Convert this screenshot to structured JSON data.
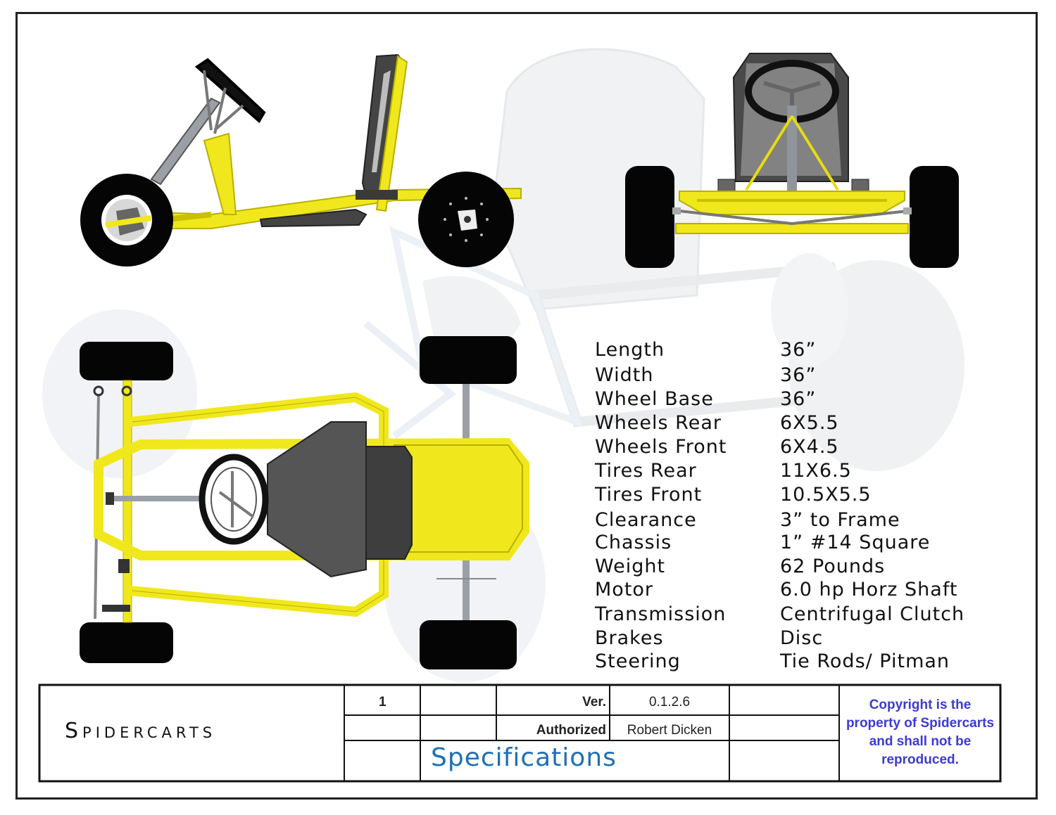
{
  "colors": {
    "frame": "#f0e81c",
    "frame_edge": "#b8b000",
    "tire": "#050505",
    "seat": "#444444",
    "ghost": "#e6e8ec",
    "title_blue": "#1f6fb5",
    "copyright_blue": "#3b3bd1"
  },
  "views": {
    "side": "side-view-drawing",
    "front": "front-view-drawing",
    "top": "top-view-drawing"
  },
  "specs": [
    {
      "label": "Length",
      "value": "36”"
    },
    {
      "label": "Width",
      "value": "36”"
    },
    {
      "label": "Wheel Base",
      "value": "36”"
    },
    {
      "label": "Wheels Rear",
      "value": "6X5.5"
    },
    {
      "label": "Wheels Front",
      "value": "6X4.5"
    },
    {
      "label": "Tires Rear",
      "value": "11X6.5"
    },
    {
      "label": "Tires Front",
      "value": "10.5X5.5"
    },
    {
      "label": "Clearance",
      "value": "3” to Frame"
    },
    {
      "label": "Chassis",
      "value": "1” #14 Square"
    },
    {
      "label": "Weight",
      "value": "62 Pounds"
    },
    {
      "label": "Motor",
      "value": "6.0 hp Horz Shaft"
    },
    {
      "label": "Transmission",
      "value": "Centrifugal Clutch"
    },
    {
      "label": "Brakes",
      "value": "Disc"
    },
    {
      "label": "Steering",
      "value": "Tie Rods/ Pitman"
    }
  ],
  "title_block": {
    "company": "Spidercarts",
    "sheet_number": "1",
    "ver_label": "Ver.",
    "ver_value": "0.1.2.6",
    "authorized_label": "Authorized",
    "authorized_value": "Robert Dicken",
    "sheet_title": "Specifications",
    "copyright": [
      "Copyright is the",
      "property of Spidercarts",
      "and shall not be",
      "reproduced."
    ]
  }
}
